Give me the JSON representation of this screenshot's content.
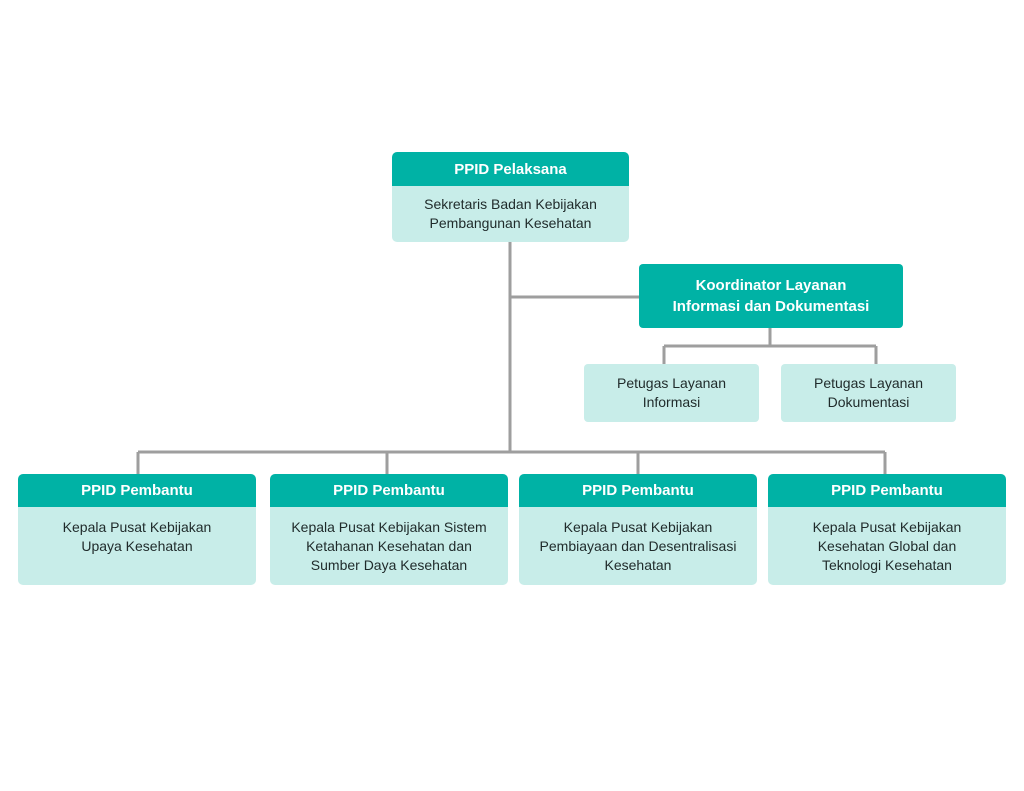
{
  "root": {
    "title": "PPID Pelaksana",
    "body": "Sekretaris Badan Kebijakan\nPembangunan Kesehatan"
  },
  "coordinator": {
    "title": "Koordinator Layanan\nInformasi dan Dokumentasi"
  },
  "officers": [
    {
      "label": "Petugas Layanan\nInformasi"
    },
    {
      "label": "Petugas Layanan\nDokumentasi"
    }
  ],
  "branches": [
    {
      "title": "PPID Pembantu",
      "body": "Kepala Pusat Kebijakan\nUpaya Kesehatan"
    },
    {
      "title": "PPID Pembantu",
      "body": "Kepala Pusat Kebijakan Sistem\nKetahanan Kesehatan dan\nSumber Daya Kesehatan"
    },
    {
      "title": "PPID Pembantu",
      "body": "Kepala Pusat Kebijakan\nPembiayaan dan Desentralisasi\nKesehatan"
    },
    {
      "title": "PPID Pembantu",
      "body": "Kepala Pusat Kebijakan\nKesehatan Global dan\nTeknologi Kesehatan"
    }
  ],
  "colors": {
    "header": "#00b2a5",
    "body": "#c8ede9",
    "connector": "#9e9e9e"
  }
}
